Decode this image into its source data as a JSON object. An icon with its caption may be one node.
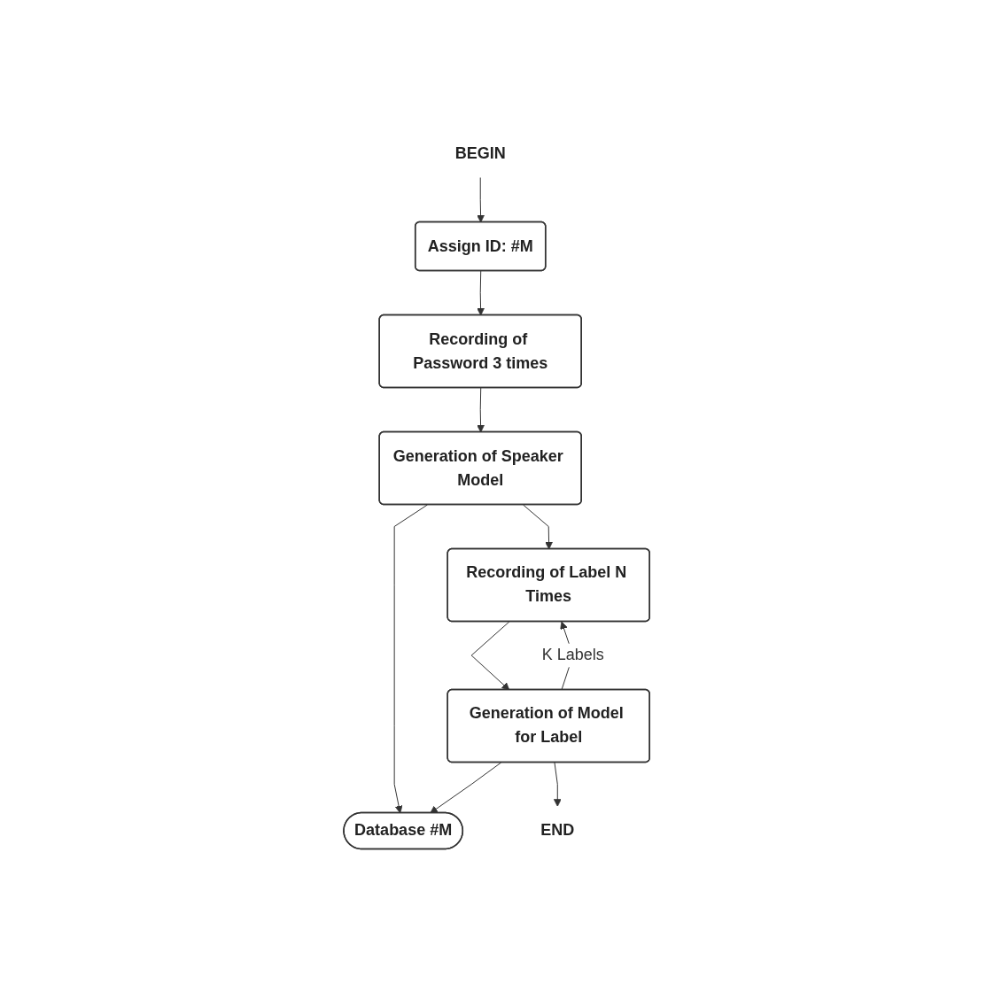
{
  "diagram": {
    "nodes": [
      {
        "text": [
          "BEGIN"
        ]
      },
      {
        "text": [
          "Assign ID: #M"
        ]
      },
      {
        "text": [
          "Recording of Password 3 times"
        ]
      },
      {
        "text": [
          "Generation of Speaker Model"
        ]
      },
      {
        "text": [
          "Database #M"
        ]
      },
      {
        "text": [
          "Recording of Label N Times"
        ]
      },
      {
        "text": [
          "Generation of Model for Label"
        ]
      },
      {
        "text": [
          "END"
        ]
      }
    ],
    "edges": [
      {
        "from": 0,
        "to": 1,
        "arrow": "to"
      },
      {
        "from": 1,
        "to": 2,
        "arrow": "to"
      },
      {
        "from": 2,
        "to": 3,
        "arrow": "to"
      },
      {
        "from": 3,
        "to": 4,
        "arrow": "to"
      },
      {
        "from": 3,
        "to": 5,
        "arrow": "to"
      },
      {
        "from": 5,
        "to": 6,
        "arrow": "to"
      },
      {
        "from": 6,
        "to": 4,
        "arrow": "to"
      },
      {
        "from": 6,
        "to": 5,
        "label": "K Labels",
        "arrow": "to"
      },
      {
        "from": 6,
        "to": 7,
        "arrow": "to"
      }
    ]
  }
}
